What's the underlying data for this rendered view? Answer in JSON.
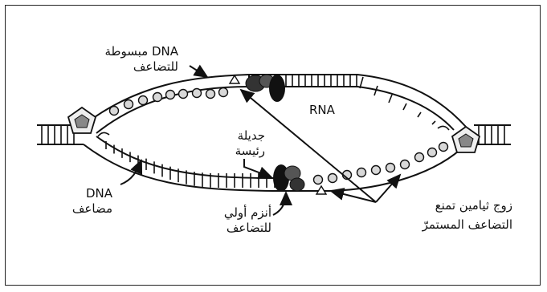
{
  "labels": {
    "unwound_dna_line1": "DNA مبسوطة",
    "unwound_dna_line2": "للتضاعف",
    "rna": "RNA",
    "main_strand_line1": "جديلة",
    "main_strand_line2": "رئيسة",
    "copied_dna_line1": "DNA",
    "copied_dna_line2": "مضاعف",
    "primase_line1": "أنزم أولي",
    "primase_line2": "للتضاعف",
    "thymine_pair_line1": "زوج ثيامين تمنع",
    "thymine_pair_line2": "التضاعف المستمرّ"
  },
  "colors": {
    "ink": "#111111",
    "background": "#ffffff",
    "bead_fill": "#d8d8d8"
  }
}
